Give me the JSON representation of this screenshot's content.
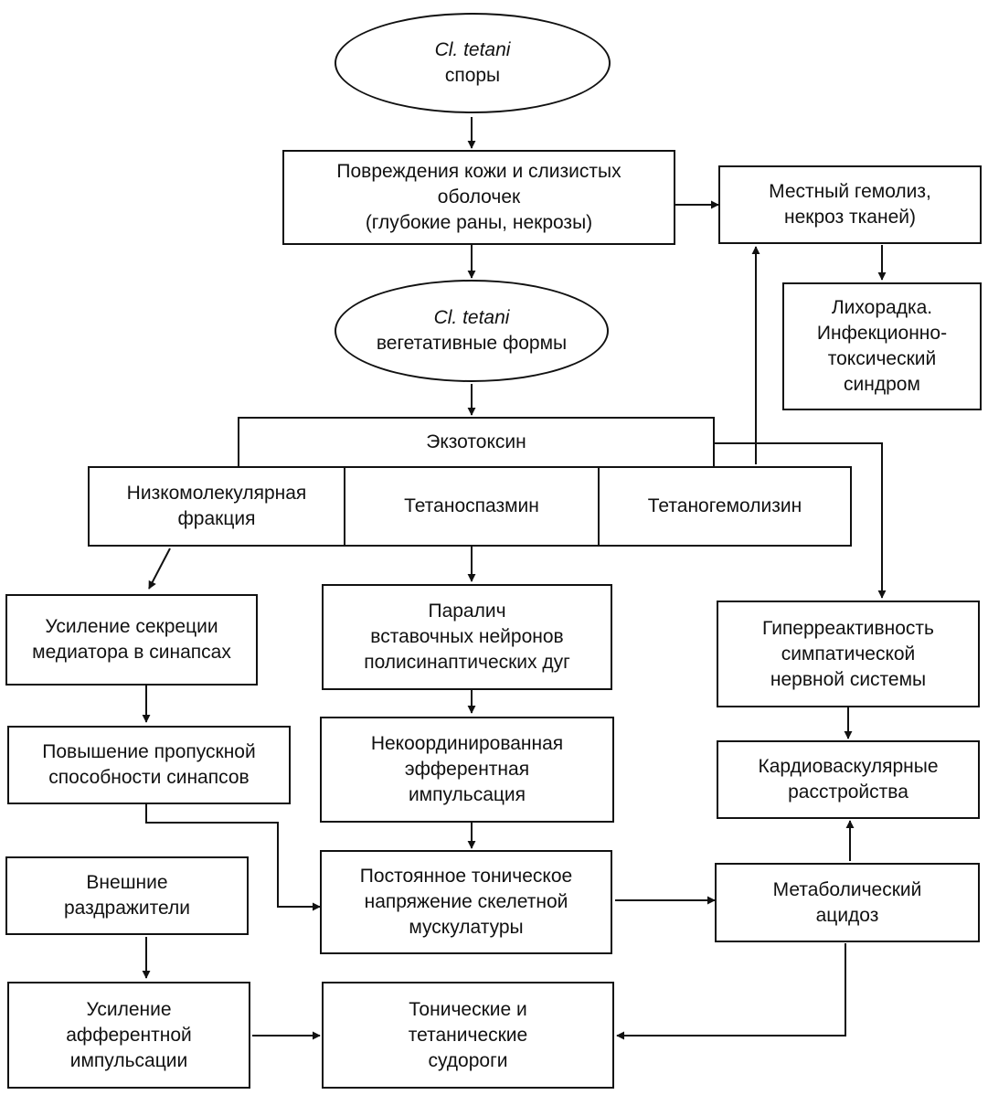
{
  "nodes": {
    "spores": {
      "italic": "Cl. tetani",
      "text": "споры"
    },
    "damage": "Повреждения кожи и слизистых\nоболочек\n(глубокие раны, некрозы)",
    "hemolysis": "Местный гемолиз,\nнекроз тканей)",
    "fever": "Лихорадка.\nИнфекционно-\nтоксический\nсиндром",
    "vegetative": {
      "italic": "Cl. tetani",
      "text": "вегетативные формы"
    },
    "exotoxin": "Экзотоксин",
    "low_fraction": "Низкомолекулярная\nфракция",
    "tetanospasmin": "Тетаноспазмин",
    "tetanohemolysin": "Тетаногемолизин",
    "secretion": "Усиление секреции\nмедиатора в синапсах",
    "paralysis": "Паралич\nвставочных нейронов\nполисинаптических дуг",
    "hyperreactivity": "Гиперреактивность\nсимпатической\nнервной системы",
    "throughput": "Повышение пропускной\nспособности синапсов",
    "uncoordinated": "Некоординированная\nэфферентная\nимпульсация",
    "cardio": "Кардиоваскулярные\nрасстройства",
    "external": "Внешние\nраздражители",
    "tonic_tension": "Постоянное тоническое\nнапряжение скелетной\nмускулатуры",
    "acidosis": "Метаболический\nацидоз",
    "afferent": "Усиление\nафферентной\nимпульсации",
    "convulsions": "Тонические и\nтетанические\nсудороги"
  }
}
